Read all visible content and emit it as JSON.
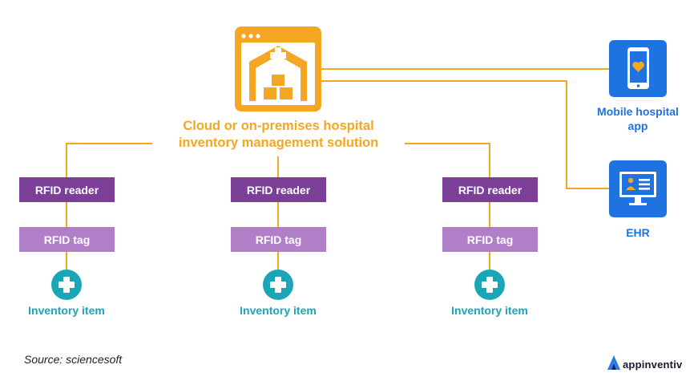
{
  "central": {
    "title_line1": "Cloud or on-premises hospital",
    "title_line2": "inventory management solution"
  },
  "branches": [
    {
      "reader": "RFID reader",
      "tag": "RFID tag",
      "item": "Inventory item"
    },
    {
      "reader": "RFID reader",
      "tag": "RFID tag",
      "item": "Inventory item"
    },
    {
      "reader": "RFID reader",
      "tag": "RFID tag",
      "item": "Inventory item"
    }
  ],
  "mobile": {
    "label_line1": "Mobile hospital",
    "label_line2": "app"
  },
  "ehr": {
    "label": "EHR"
  },
  "footer": {
    "source": "Source: sciencesoft",
    "brand": "appinventiv"
  },
  "colors": {
    "orange": "#f5a623",
    "reader_purple": "#7b3f98",
    "tag_purple": "#b07fc7",
    "teal": "#1aa6b7",
    "blue": "#1e73e0"
  },
  "icons": [
    "hospital-warehouse-icon",
    "medical-cross-icon",
    "smartphone-heart-icon",
    "ehr-monitor-icon",
    "appinventiv-logo-icon"
  ]
}
